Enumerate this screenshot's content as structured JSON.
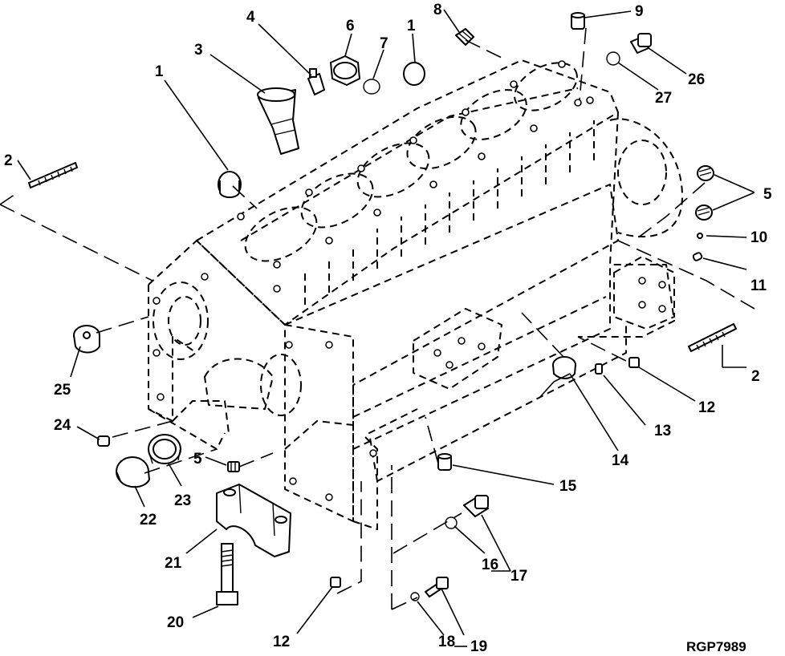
{
  "reference_code": "RGP7989",
  "callouts": {
    "c1a": "1",
    "c1b": "1",
    "c2a": "2",
    "c2b": "2",
    "c3": "3",
    "c4": "4",
    "c5a": "5",
    "c5b": "5",
    "c6": "6",
    "c7": "7",
    "c8": "8",
    "c9": "9",
    "c10": "10",
    "c11": "11",
    "c12a": "12",
    "c12b": "12",
    "c13": "13",
    "c14": "14",
    "c15": "15",
    "c16": "16",
    "c17": "17",
    "c18": "18",
    "c19": "19",
    "c20": "20",
    "c21": "21",
    "c22": "22",
    "c23": "23",
    "c24": "24",
    "c25": "25",
    "c26": "26",
    "c27": "27"
  }
}
